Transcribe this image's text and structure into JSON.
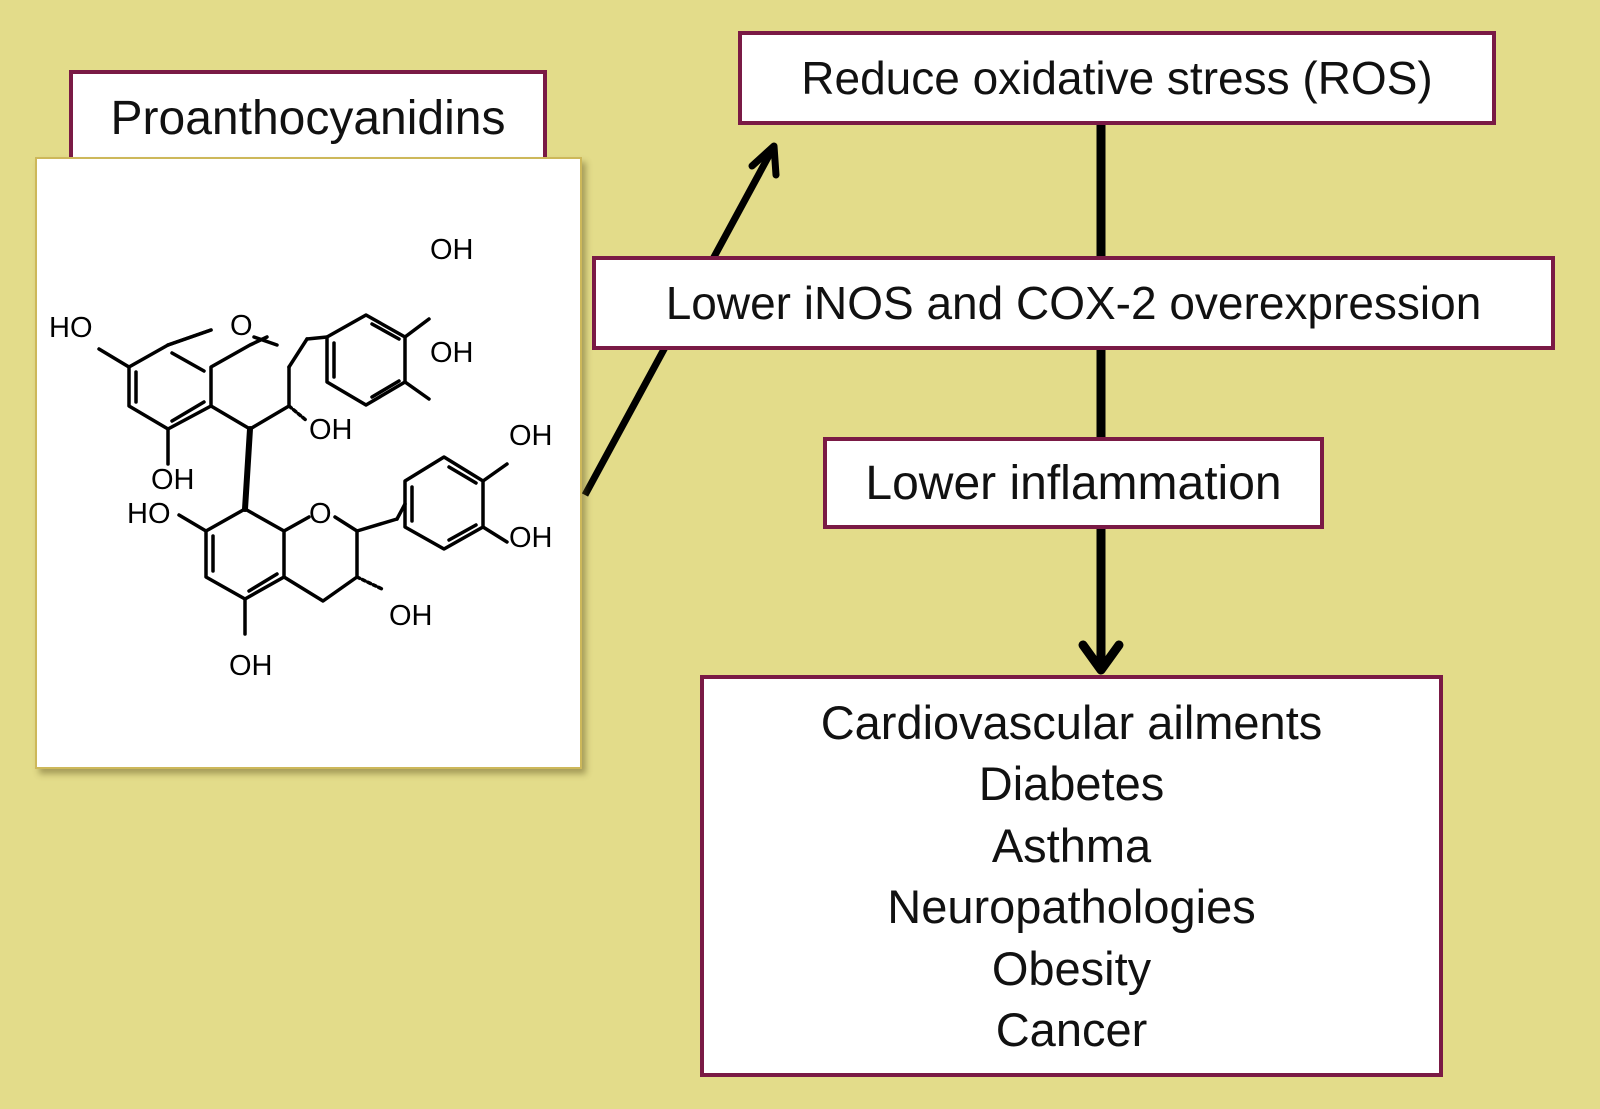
{
  "title": "Proanthocyanidins",
  "ros": "Reduce oxidative stress (ROS)",
  "inos": "Lower iNOS and COX-2 overexpression",
  "inflammation": "Lower inflammation",
  "outcomes": [
    "Cardiovascular ailments",
    "Diabetes",
    "Asthma",
    "Neuropathologies",
    "Obesity",
    "Cancer"
  ],
  "molecule_labels": {
    "oh_top_right_1": "OH",
    "oh_top_right_2": "OH",
    "ho_left": "HO",
    "o_ring_upper": "O",
    "oh_c3_upper": "OH",
    "oh_c5_upper": "OH",
    "ho_c7_lower": "HO",
    "o_ring_lower": "O",
    "oh_bottom_right_1": "OH",
    "oh_bottom_right_2": "OH",
    "oh_c3_lower": "OH",
    "oh_c5_lower": "OH"
  },
  "colors": {
    "background": "#e3dc8a",
    "box_border": "#7a1a45",
    "line": "#000000"
  }
}
